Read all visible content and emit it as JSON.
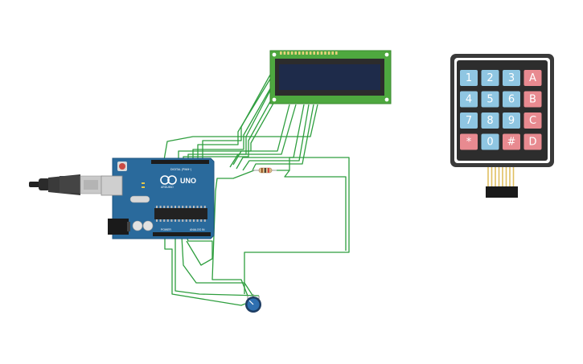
{
  "colors": {
    "background": "#ffffff",
    "wire": "#2e9e3e",
    "board": "#2a6a9c",
    "lcd_pcb": "#4ea83f",
    "lcd_screen": "#1e2b4a",
    "keypad_body": "#3a3a3a",
    "key_blue": "#8fc6e2",
    "key_red": "#e88a90",
    "pot_knob": "#2f6fb0"
  },
  "components": {
    "usb_cable": {
      "name": "usb-cable-icon"
    },
    "arduino": {
      "name": "arduino-uno-board",
      "logo_text": "ARDUINO",
      "model_text": "UNO",
      "digital_label": "DIGITAL (PWM~)",
      "power_label": "POWER",
      "analog_label": "ANALOG IN"
    },
    "lcd": {
      "name": "lcd-16x2-display",
      "pin_count": 16
    },
    "keypad": {
      "name": "keypad-4x4",
      "rows": [
        [
          {
            "label": "1",
            "color": "blue"
          },
          {
            "label": "2",
            "color": "blue"
          },
          {
            "label": "3",
            "color": "blue"
          },
          {
            "label": "A",
            "color": "red"
          }
        ],
        [
          {
            "label": "4",
            "color": "blue"
          },
          {
            "label": "5",
            "color": "blue"
          },
          {
            "label": "6",
            "color": "blue"
          },
          {
            "label": "B",
            "color": "red"
          }
        ],
        [
          {
            "label": "7",
            "color": "blue"
          },
          {
            "label": "8",
            "color": "blue"
          },
          {
            "label": "9",
            "color": "blue"
          },
          {
            "label": "C",
            "color": "red"
          }
        ],
        [
          {
            "label": "*",
            "color": "red"
          },
          {
            "label": "0",
            "color": "blue"
          },
          {
            "label": "#",
            "color": "red"
          },
          {
            "label": "D",
            "color": "red"
          }
        ]
      ]
    },
    "resistor": {
      "name": "resistor"
    },
    "potentiometer": {
      "name": "potentiometer"
    }
  }
}
